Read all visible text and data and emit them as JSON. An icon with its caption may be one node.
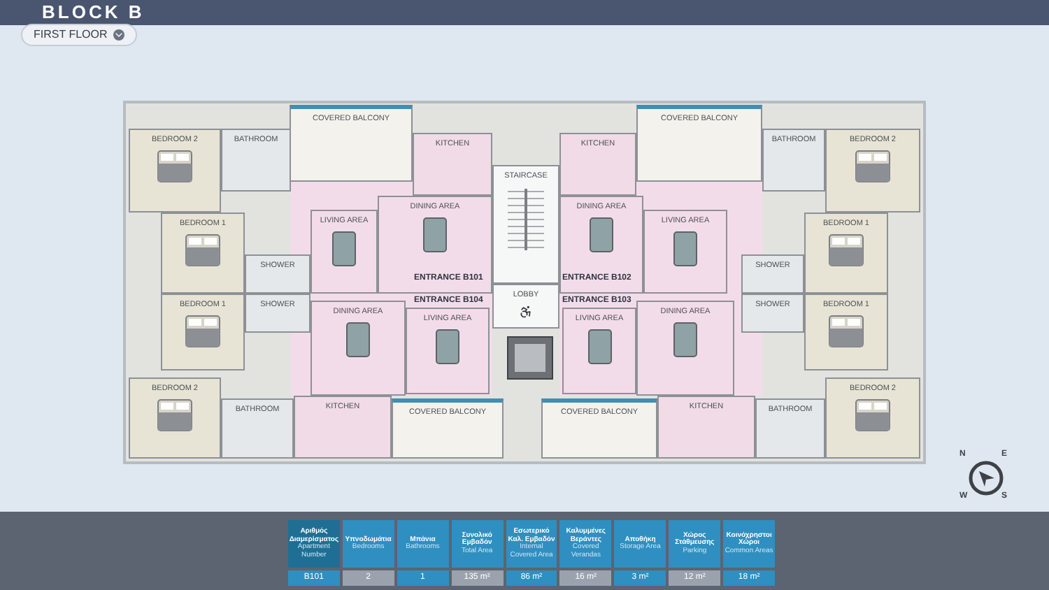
{
  "diagram": {
    "title": "BLOCK B",
    "nodes": [
      {
        "text": [
          "COVERED BALCONY"
        ]
      },
      {
        "text": [
          "COVERED BALCONY"
        ]
      },
      {
        "text": [
          "BEDROOM 2"
        ]
      },
      {
        "text": [
          "BATHROOM"
        ]
      },
      {
        "text": [
          "KITCHEN"
        ]
      },
      {
        "text": [
          "KITCHEN"
        ]
      },
      {
        "text": [
          "BATHROOM"
        ]
      },
      {
        "text": [
          "BEDROOM 2"
        ]
      },
      {
        "text": [
          "BEDROOM 1"
        ]
      },
      {
        "text": [
          "SHOWER"
        ]
      },
      {
        "text": [
          "LIVING AREA"
        ]
      },
      {
        "text": [
          "DINING AREA"
        ]
      },
      {
        "text": [
          "STAIRCASE"
        ]
      },
      {
        "text": [
          "DINING AREA"
        ]
      },
      {
        "text": [
          "LIVING AREA"
        ]
      },
      {
        "text": [
          "SHOWER"
        ]
      },
      {
        "text": [
          "BEDROOM 1"
        ]
      },
      {
        "text": [
          "LOBBY"
        ]
      },
      {
        "text": [
          "BEDROOM 1"
        ]
      },
      {
        "text": [
          "SHOWER"
        ]
      },
      {
        "text": [
          "DINING AREA"
        ]
      },
      {
        "text": [
          "LIVING AREA"
        ]
      },
      {
        "text": [
          "LIVING AREA"
        ]
      },
      {
        "text": [
          "DINING AREA"
        ]
      },
      {
        "text": [
          "SHOWER"
        ]
      },
      {
        "text": [
          "BEDROOM 1"
        ]
      },
      {
        "text": [
          "BEDROOM 2"
        ]
      },
      {
        "text": [
          "BATHROOM"
        ]
      },
      {
        "text": [
          "KITCHEN"
        ]
      },
      {
        "text": [
          "COVERED BALCONY"
        ]
      },
      {
        "text": [
          "COVERED BALCONY"
        ]
      },
      {
        "text": [
          "KITCHEN"
        ]
      },
      {
        "text": [
          "BATHROOM"
        ]
      },
      {
        "text": [
          "BEDROOM 2"
        ]
      }
    ],
    "labels": [
      "FIRST FLOOR",
      "ENTRANCE B101",
      "ENTRANCE B102",
      "ENTRANCE B104",
      "ENTRANCE B103",
      "N",
      "E",
      "W",
      "S",
      "Αριθμός Διαμερίσματος",
      "Apartment Number",
      "Υπνοδωμάτια",
      "Bedrooms",
      "Μπάνια",
      "Bathrooms",
      "Συνολικό Εμβαδόν",
      "Total Area",
      "Εσωτερικό Καλ. Εμβαδόν",
      "Internal Covered Area",
      "Καλυμμένες Βεράντες",
      "Covered Verandas",
      "Αποθήκη",
      "Storage Area",
      "Χώρος Στάθμευσης",
      "Parking",
      "Κοινόχρηστοι Χώροι",
      "Common Areas",
      "B101",
      "2",
      "1",
      "135 m²",
      "86 m²",
      "16 m²",
      "3 m²",
      "12 m²",
      "18 m²"
    ]
  }
}
